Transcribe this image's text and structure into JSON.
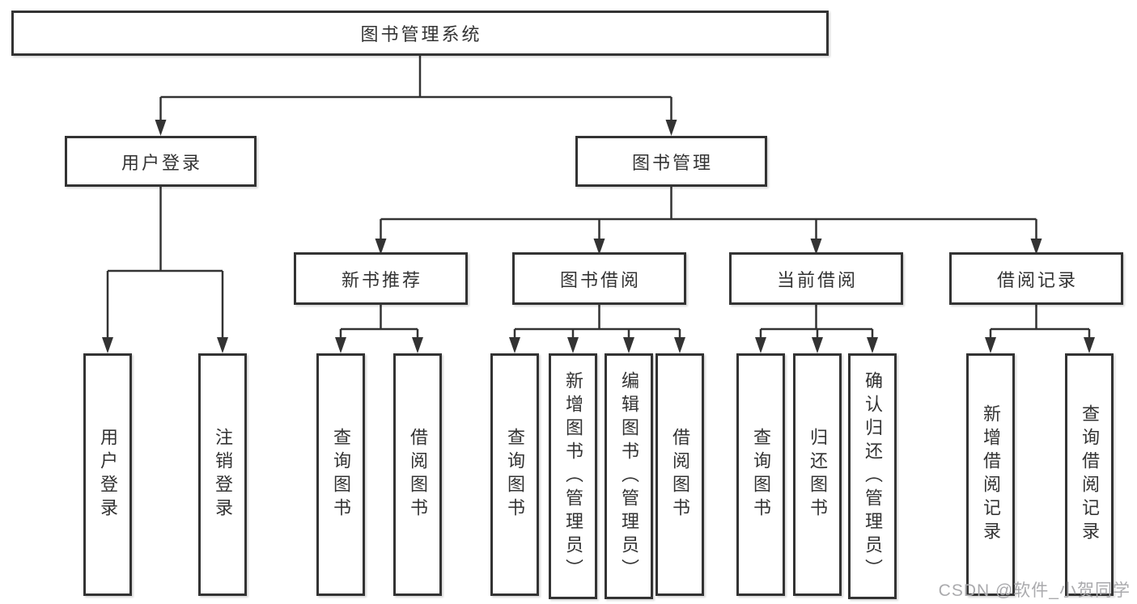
{
  "diagram": {
    "root": {
      "label": "图书管理系统",
      "children": [
        {
          "label": "用户登录",
          "children": [
            {
              "label": "用户登录"
            },
            {
              "label": "注销登录"
            }
          ]
        },
        {
          "label": "图书管理",
          "children": [
            {
              "label": "新书推荐",
              "children": [
                {
                  "label": "查询图书"
                },
                {
                  "label": "借阅图书"
                }
              ]
            },
            {
              "label": "图书借阅",
              "children": [
                {
                  "label": "查询图书"
                },
                {
                  "label": "新增图书（管理员）"
                },
                {
                  "label": "编辑图书（管理员）"
                },
                {
                  "label": "借阅图书"
                }
              ]
            },
            {
              "label": "当前借阅",
              "children": [
                {
                  "label": "查询图书"
                },
                {
                  "label": "归还图书"
                },
                {
                  "label": "确认归还（管理员）"
                }
              ]
            },
            {
              "label": "借阅记录",
              "children": [
                {
                  "label": "新增借阅记录"
                },
                {
                  "label": "查询借阅记录"
                }
              ]
            }
          ]
        }
      ]
    }
  },
  "watermark": {
    "text": "CSDN @软件_小贺同学"
  },
  "colors": {
    "line": "#333333",
    "text": "#333333",
    "background": "#ffffff",
    "watermark": "#aaaaad"
  }
}
